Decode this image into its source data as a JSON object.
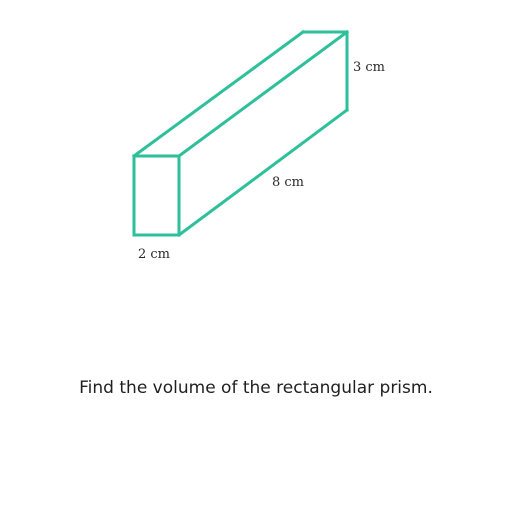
{
  "figure": {
    "shape": "rectangular prism",
    "edge_color": "#2fbf9b",
    "labels": {
      "width": "2 cm",
      "length": "8 cm",
      "height": "3 cm"
    }
  },
  "question": "Find the volume of the rectangular prism."
}
